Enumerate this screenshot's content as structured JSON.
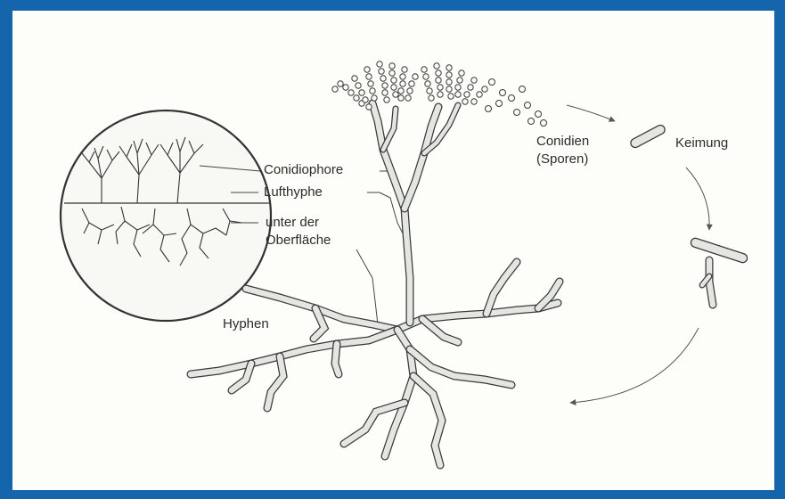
{
  "diagram": {
    "labels": {
      "conidiophore": "Conidiophore",
      "lufthyphe": "Lufthyphe",
      "unter_line1": "unter der",
      "unter_line2": "Oberfläche",
      "hyphen": "Hyphen",
      "conidien_line1": "Conidien",
      "conidien_line2": "(Sporen)",
      "keimung": "Keimung"
    },
    "colors": {
      "frame": "#1565ac",
      "paper": "#fdfdfa",
      "ink": "#333333",
      "hypha_fill": "#e4e6e2"
    }
  }
}
